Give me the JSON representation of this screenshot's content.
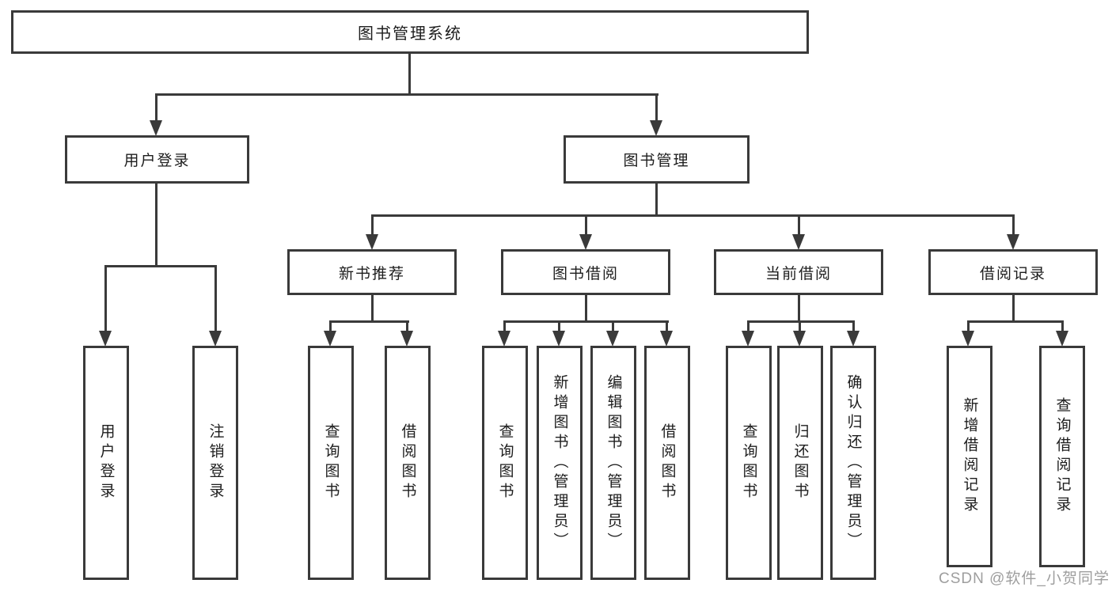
{
  "diagram": {
    "nodes": {
      "root": "图书管理系统",
      "user_login": "用户登录",
      "book_management": "图书管理",
      "leaf_user_login": "用户登录",
      "leaf_logout": "注销登录",
      "new_book_recommend": "新书推荐",
      "book_borrow": "图书借阅",
      "current_borrow": "当前借阅",
      "borrow_record": "借阅记录",
      "nb_query_book": "查询图书",
      "nb_borrow_book": "借阅图书",
      "bb_query_book": "查询图书",
      "bb_add_book": "新增图书（管理员）",
      "bb_edit_book": "编辑图书（管理员）",
      "bb_borrow_book": "借阅图书",
      "cb_query_book": "查询图书",
      "cb_return_book": "归还图书",
      "cb_confirm_return": "确认归还（管理员）",
      "br_add_record": "新增借阅记录",
      "br_query_record": "查询借阅记录"
    },
    "hierarchy": {
      "图书管理系统": [
        "用户登录",
        "图书管理"
      ],
      "用户登录": [
        "用户登录",
        "注销登录"
      ],
      "图书管理": [
        "新书推荐",
        "图书借阅",
        "当前借阅",
        "借阅记录"
      ],
      "新书推荐": [
        "查询图书",
        "借阅图书"
      ],
      "图书借阅": [
        "查询图书",
        "新增图书（管理员）",
        "编辑图书（管理员）",
        "借阅图书"
      ],
      "当前借阅": [
        "查询图书",
        "归还图书",
        "确认归还（管理员）"
      ],
      "借阅记录": [
        "新增借阅记录",
        "查询借阅记录"
      ]
    },
    "colors": {
      "line": "#3a3a3a",
      "text": "#1d1d1d",
      "background": "#ffffff",
      "watermark": "#9e9e9e"
    }
  },
  "watermark": {
    "text": "CSDN @软件_小贺同学"
  }
}
